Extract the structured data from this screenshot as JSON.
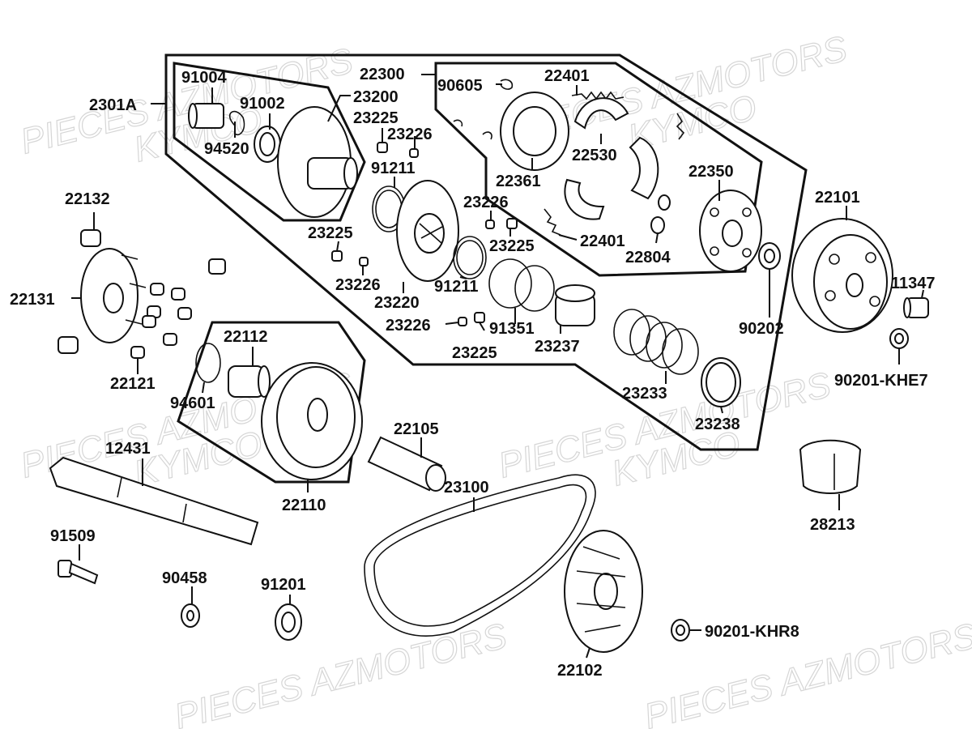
{
  "watermarks": [
    "PIECES AZMOTORS",
    "KYMCO"
  ],
  "labels": {
    "p2301A": "2301A",
    "p91004": "91004",
    "p91002": "91002",
    "p23200": "23200",
    "p94520": "94520",
    "p22300": "22300",
    "p90605": "90605",
    "p22401a": "22401",
    "p23225a": "23225",
    "p23226a": "23226",
    "p91211a": "91211",
    "p22361": "22361",
    "p22530": "22530",
    "p22350": "22350",
    "p22101": "22101",
    "p22132": "22132",
    "p23226b": "23226",
    "p23225b": "23225",
    "p23225c": "23225",
    "p22401b": "22401",
    "p22804": "22804",
    "p22131": "22131",
    "p23226c": "23226",
    "p23220": "23220",
    "p91211b": "91211",
    "p11347": "11347",
    "p90202": "90202",
    "p22112": "22112",
    "p23226d": "23226",
    "p91351": "91351",
    "p23225d": "23225",
    "p23237": "23237",
    "p22121": "22121",
    "p94601": "94601",
    "p23233": "23233",
    "p90201KHE7": "90201-KHE7",
    "p22105": "22105",
    "p23238": "23238",
    "p12431": "12431",
    "p23100": "23100",
    "p22110": "22110",
    "p28213": "28213",
    "p91509": "91509",
    "p90458": "90458",
    "p91201": "91201",
    "p90201KHR8": "90201-KHR8",
    "p22102": "22102"
  }
}
